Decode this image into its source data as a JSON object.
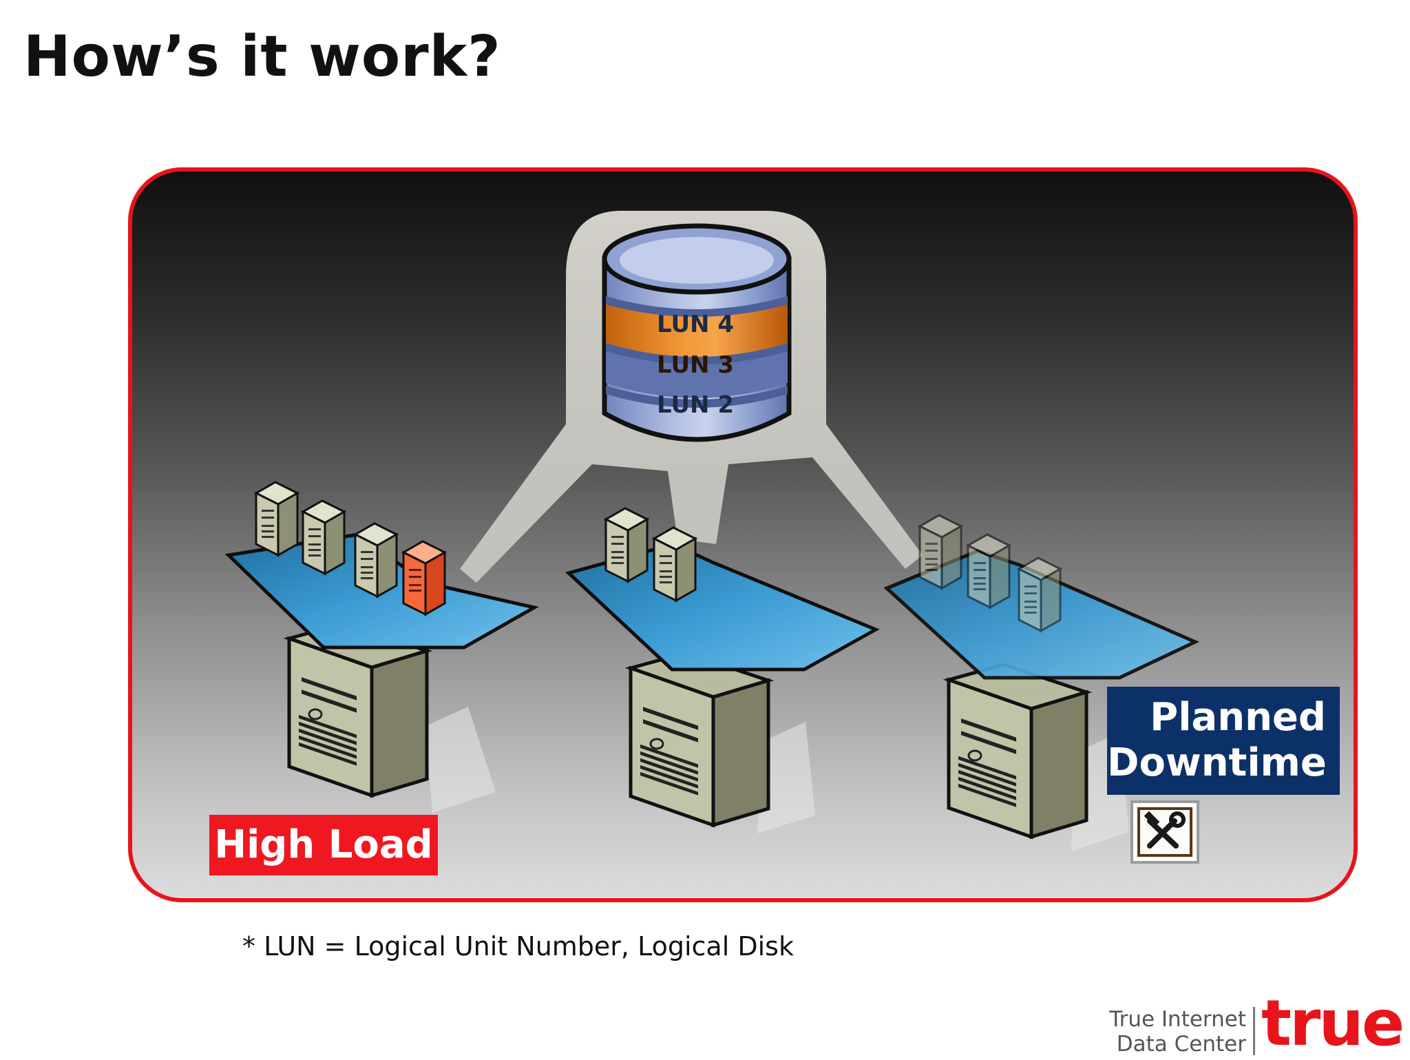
{
  "title": "How’s it work?",
  "storage": {
    "luns": [
      "LUN 4",
      "LUN 3",
      "LUN 2"
    ],
    "highlighted_lun": "LUN 3"
  },
  "labels": {
    "high_load": "High Load",
    "planned_line1": "Planned",
    "planned_line2": "Downtime"
  },
  "footnote": "* LUN = Logical Unit Number, Logical Disk",
  "brand": {
    "line1": "True Internet",
    "line2": "Data Center",
    "logo": "true"
  },
  "colors": {
    "panel_border": "#e8141b",
    "high_load": "#f01820",
    "planned_downtime": "#0b3168",
    "lun_highlight": "#e07b1a",
    "lun_normal": "#9aaed6",
    "tray": "#2e8fc6",
    "server": "#b5b79a",
    "active_vm": "#f4683b"
  },
  "icons": [
    "database-icon",
    "server-icon",
    "virtual-machine-icon",
    "tools-icon"
  ]
}
